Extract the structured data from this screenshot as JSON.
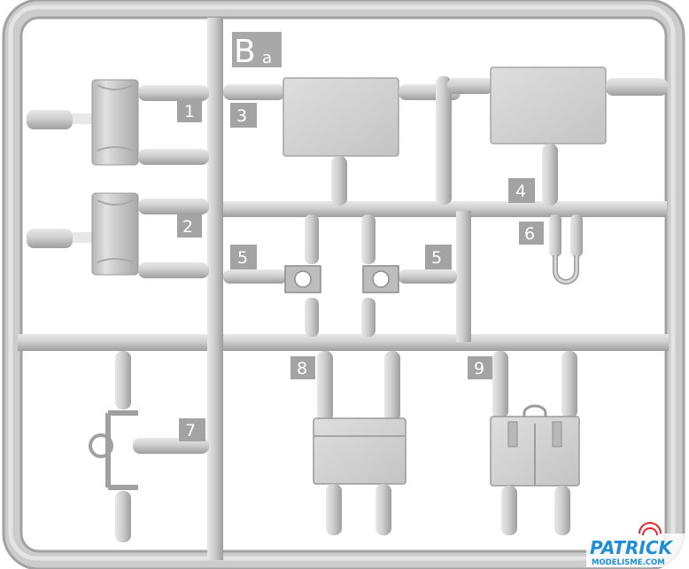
{
  "sheet": {
    "letter": "B",
    "suffix": "a"
  },
  "part_numbers": [
    "1",
    "2",
    "3",
    "4",
    "5",
    "5",
    "6",
    "7",
    "8",
    "9"
  ],
  "watermark": {
    "line1": "PATRICK",
    "line2": "MODELISME.COM"
  },
  "colors": {
    "background": "#ffffff",
    "plastic": "#c9c9c9",
    "plastic_shadow": "#9c9c9c",
    "plastic_highlight": "#e6e6e6",
    "label_box": "#a3a3a3",
    "logo_blue": "#1e8fd6",
    "logo_red": "#e8262a"
  }
}
